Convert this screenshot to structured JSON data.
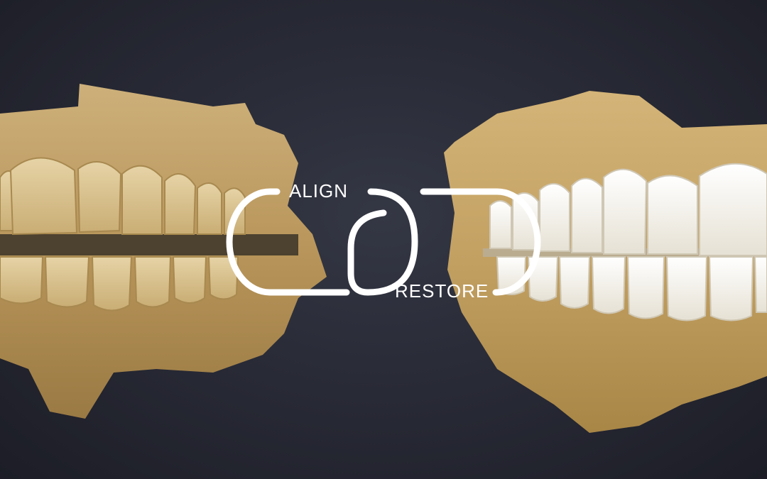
{
  "logo": {
    "word_top": "ALIGN",
    "word_bottom": "RESTORE",
    "color": "#ffffff"
  },
  "scene": {
    "background": "#26283a",
    "left_model": "worn-dentition-scan",
    "right_model": "restored-dentition-scan",
    "model_color": "#c8a96e",
    "tooth_color": "#efeae0"
  }
}
